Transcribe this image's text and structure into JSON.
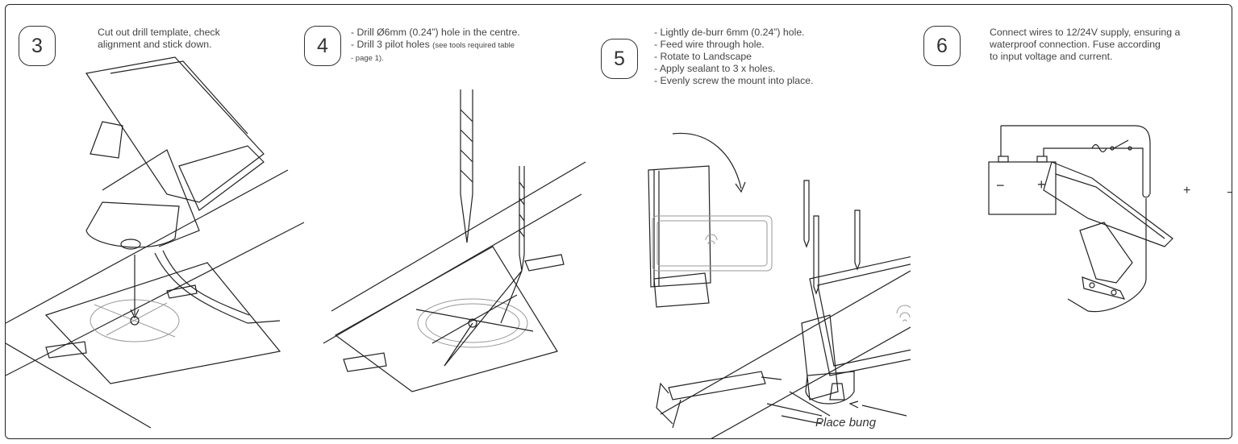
{
  "steps": [
    {
      "number": "3",
      "lines": [
        "Cut out drill template, check",
        "alignment and stick down."
      ]
    },
    {
      "number": "4",
      "lines": [
        "- Drill Ø6mm (0.24”) hole in the centre.",
        "- Drill 3 pilot holes "
      ],
      "note": "(see tools required table",
      "note2": " - page 1)."
    },
    {
      "number": "5",
      "lines": [
        "- Lightly de-burr 6mm (0.24”) hole.",
        "- Feed wire through hole.",
        "- Rotate to Landscape",
        "- Apply sealant to 3 x holes.",
        "- Evenly screw the mount into place."
      ]
    },
    {
      "number": "6",
      "lines": [
        "Connect wires to 12/24V supply, ensuring a",
        "waterproof connection. Fuse according",
        "to input voltage and current."
      ]
    }
  ],
  "callouts": {
    "bung": "Place bung"
  },
  "wiring": {
    "minus": "−",
    "plus": "+",
    "plus_right": "+",
    "minus_right": "−"
  },
  "colors": {
    "line": "#222222",
    "faint": "#999999",
    "text": "#444444"
  }
}
